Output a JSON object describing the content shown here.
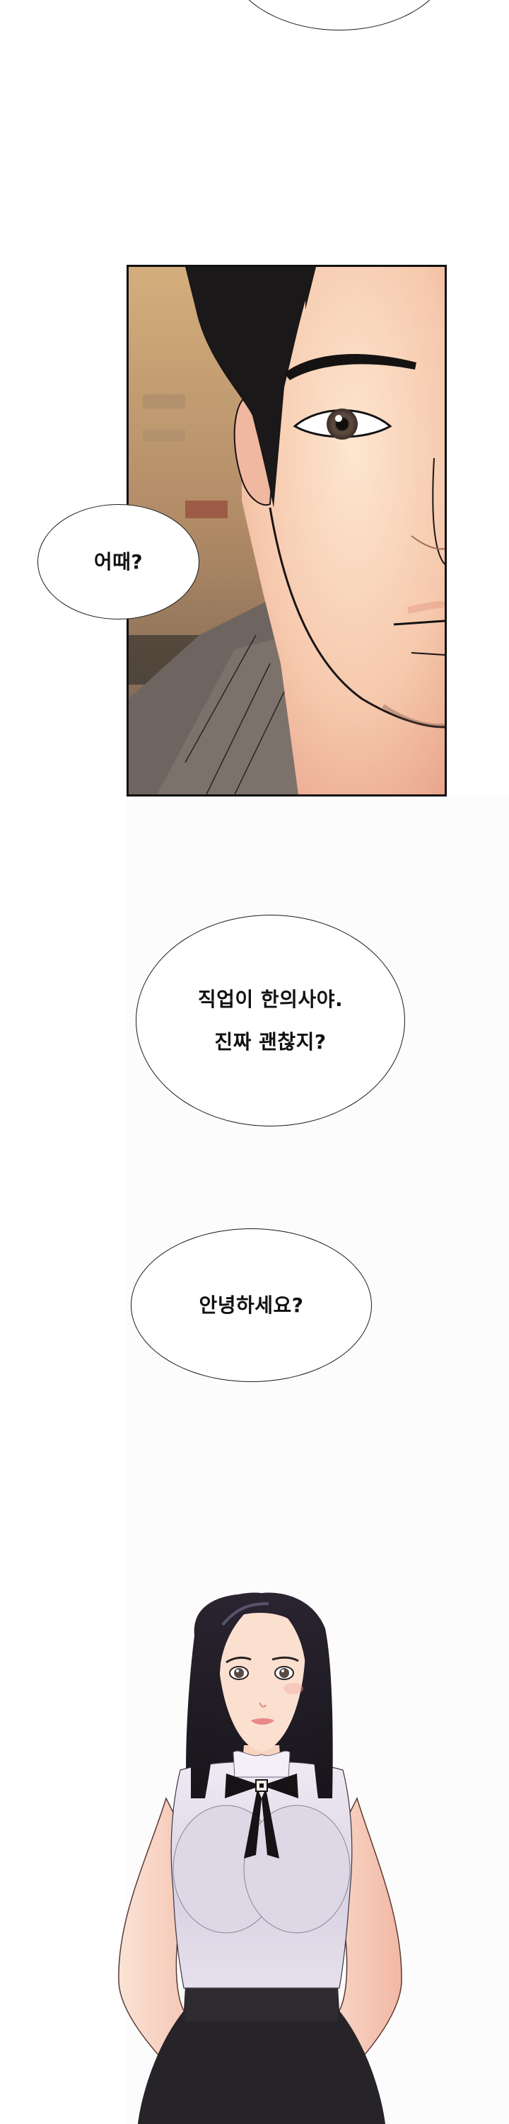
{
  "comic": {
    "format": "vertical webtoon strip",
    "background_color": "#ffffff",
    "bubbles": [
      {
        "id": "bubble-top-partial",
        "lines": []
      },
      {
        "id": "bubble-eottae",
        "lines": [
          "어때?"
        ]
      },
      {
        "id": "bubble-job",
        "lines": [
          "직업이 한의사야.",
          "진짜 괜찮지?"
        ]
      },
      {
        "id": "bubble-greeting",
        "lines": [
          "안녕하세요?"
        ]
      }
    ],
    "panels": [
      {
        "id": "panel-man-closeup",
        "description": "Close-up of a dark-haired man's face, right half cropped, looking forward",
        "border_color": "#111111"
      }
    ],
    "figures": [
      {
        "id": "figure-woman",
        "description": "Long dark-haired woman in lavender sleeveless blouse with black ribbon bow and black skirt, hands clasped"
      }
    ],
    "colors": {
      "bubble_fill": "#ffffff",
      "bubble_stroke": "#1a1a1a",
      "text": "#111111",
      "skin": "#f6cdb4",
      "hair": "#1c1a22",
      "blouse": "#e7e2ee",
      "skirt": "#262428",
      "panel_bg": "#c9a57c"
    }
  }
}
